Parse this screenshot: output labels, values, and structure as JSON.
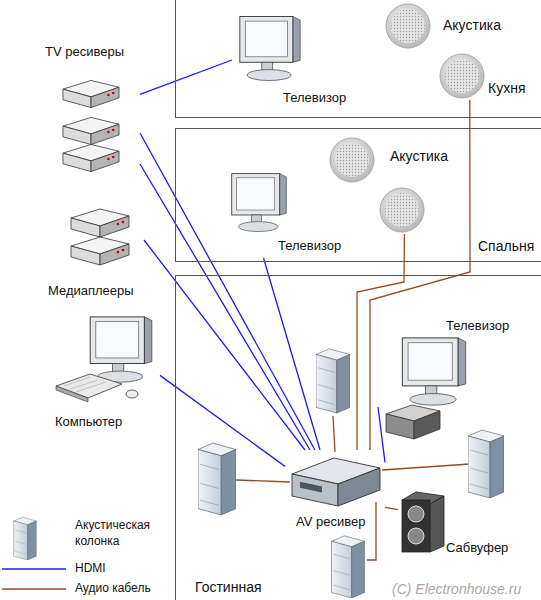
{
  "diagram": {
    "nodes": [
      {
        "text": [
          "Кухня"
        ]
      },
      {
        "text": [
          "Телевизор"
        ],
        "in": 0
      },
      {
        "text": [
          "Акустика"
        ],
        "in": 0
      },
      {
        "text": [
          "Спальня"
        ]
      },
      {
        "text": [
          "Телевизор"
        ],
        "in": 3
      },
      {
        "text": [
          "Акустика"
        ],
        "in": 3
      },
      {
        "text": [
          "Гостинная"
        ]
      },
      {
        "text": [
          "Телевизор"
        ],
        "in": 6
      },
      {
        "text": [
          "AV ресивер"
        ],
        "in": 6
      },
      {
        "text": [
          "Сабвуфер"
        ],
        "in": 6
      },
      {
        "text": [
          "TV ресиверы"
        ]
      },
      {
        "text": [
          "Медиаплееры"
        ]
      },
      {
        "text": [
          "Компьютер"
        ]
      }
    ],
    "edges": [
      {
        "from": 10,
        "to": 1,
        "arrow": "none"
      },
      {
        "from": 10,
        "to": 8,
        "arrow": "none"
      },
      {
        "from": 10,
        "to": 8,
        "arrow": "none"
      },
      {
        "from": 11,
        "to": 8,
        "arrow": "none"
      },
      {
        "from": 12,
        "to": 8,
        "arrow": "none"
      },
      {
        "from": 8,
        "to": 4,
        "arrow": "none"
      },
      {
        "from": 8,
        "to": 7,
        "arrow": "none"
      },
      {
        "from": 8,
        "to": 2,
        "arrow": "none"
      },
      {
        "from": 8,
        "to": 5,
        "arrow": "none"
      },
      {
        "from": 8,
        "to": 9,
        "arrow": "none"
      }
    ],
    "labels": [
      "(C) Electronhouse.ru"
    ],
    "legend": [
      {
        "text": "Акустическая колонка"
      },
      {
        "text": "HDMI"
      },
      {
        "text": "Аудио кабель"
      }
    ]
  }
}
